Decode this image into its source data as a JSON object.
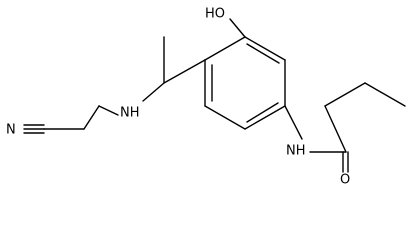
{
  "molecule": {
    "atom_labels": {
      "hydroxyl": "HO",
      "amine": "NH",
      "amide_nh": "NH",
      "nitrile_n": "N",
      "carbonyl_o": "O"
    },
    "colors": {
      "bond": "#000000",
      "label": "#000000",
      "background": "#ffffff"
    }
  }
}
